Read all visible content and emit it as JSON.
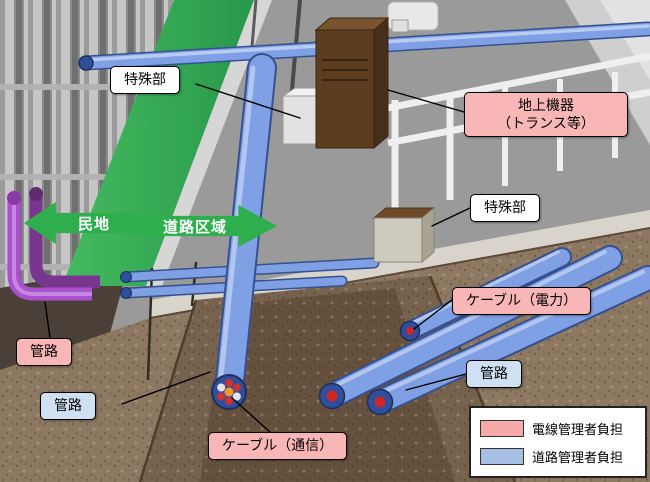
{
  "labels": {
    "special_section_top": "特殊部",
    "ground_equipment": "地上機器\n（トランス等）",
    "special_section_right": "特殊部",
    "cable_power": "ケーブル（電力）",
    "conduit_power_left": "管路",
    "conduit_comm": "管路",
    "conduit_road": "管路",
    "cable_communication": "ケーブル（通信）"
  },
  "zone_arrows": {
    "private_land": "民地",
    "road_area": "道路区域"
  },
  "legend": {
    "items": [
      {
        "label": "電線管理者負担",
        "color": "#f5a9a9"
      },
      {
        "label": "道路管理者負担",
        "color": "#a5c0e2"
      }
    ]
  },
  "colors": {
    "label_pink": "#f9b6b6",
    "label_blue": "#cfe0f2",
    "label_white": "#ffffff",
    "arrow_green": "#2fae4e"
  }
}
